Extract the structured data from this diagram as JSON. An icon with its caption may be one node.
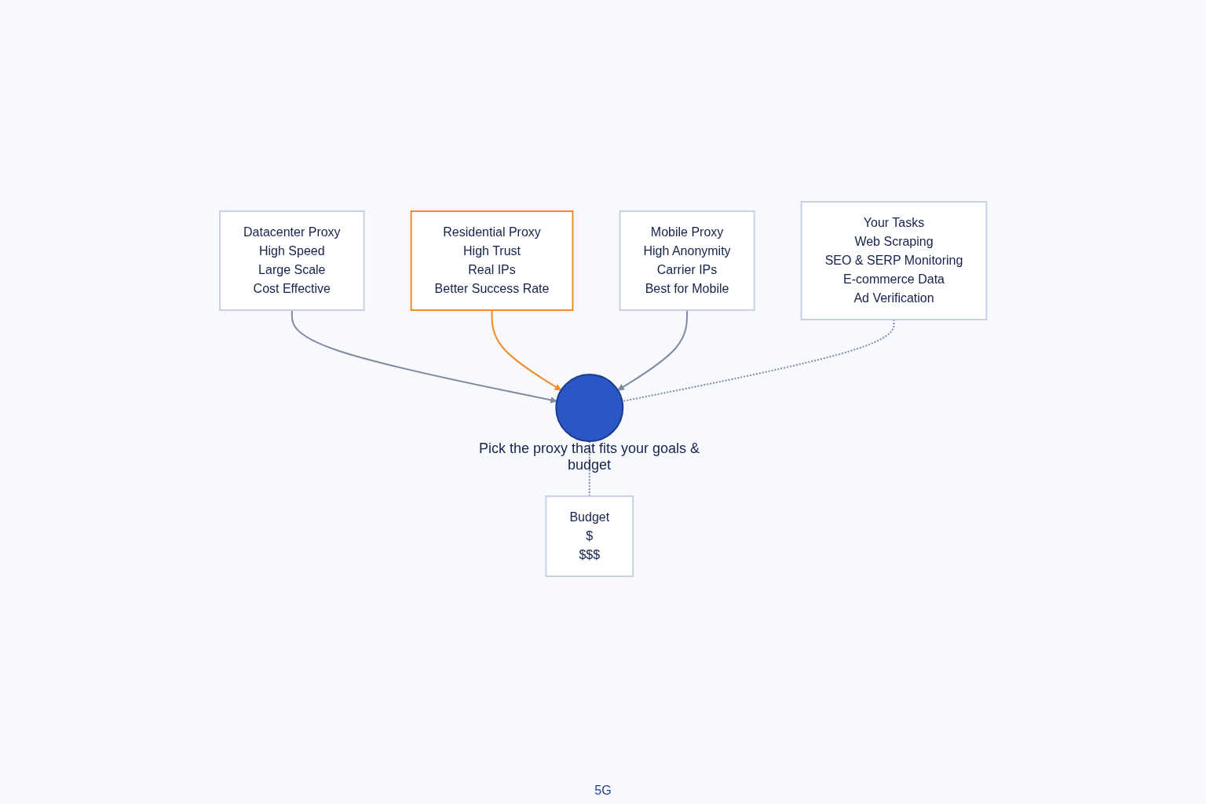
{
  "diagram": {
    "nodes": [
      {
        "text": [
          "Datacenter Proxy",
          "High Speed",
          "Large Scale",
          "Cost Effective"
        ]
      },
      {
        "text": [
          "Residential Proxy",
          "High Trust",
          "Real IPs",
          "Better Success Rate"
        ]
      },
      {
        "text": [
          "Mobile Proxy",
          "High Anonymity",
          "Carrier IPs",
          "Best for Mobile"
        ]
      },
      {
        "text": [
          "Your Tasks",
          "Web Scraping",
          "SEO & SERP Monitoring",
          "E-commerce Data",
          "Ad Verification"
        ]
      },
      {
        "text": [],
        "shape": "circle",
        "beside": [
          "Pick the proxy that fits your goals & budget"
        ]
      },
      {
        "text": [
          "Budget",
          "$",
          "$$$"
        ]
      }
    ],
    "edges": [
      {
        "from": 0,
        "to": 4,
        "arrow": "to"
      },
      {
        "from": 1,
        "to": 4,
        "arrow": "to",
        "color": "#f28c28"
      },
      {
        "from": 2,
        "to": 4,
        "arrow": "to"
      },
      {
        "from": 3,
        "to": 4,
        "arrow": "none",
        "style": "dashed"
      },
      {
        "from": 4,
        "to": 5,
        "arrow": "none",
        "style": "dashed"
      }
    ],
    "labels": [
      "5G"
    ]
  }
}
